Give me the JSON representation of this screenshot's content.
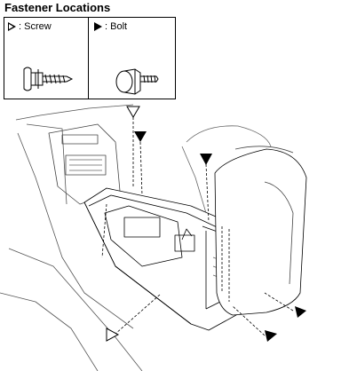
{
  "title": "Fastener Locations",
  "legend": {
    "screw_label": ": Screw",
    "bolt_label": ": Bolt"
  },
  "icons": {
    "screw": "open-triangle-marker",
    "bolt": "solid-triangle-marker"
  }
}
